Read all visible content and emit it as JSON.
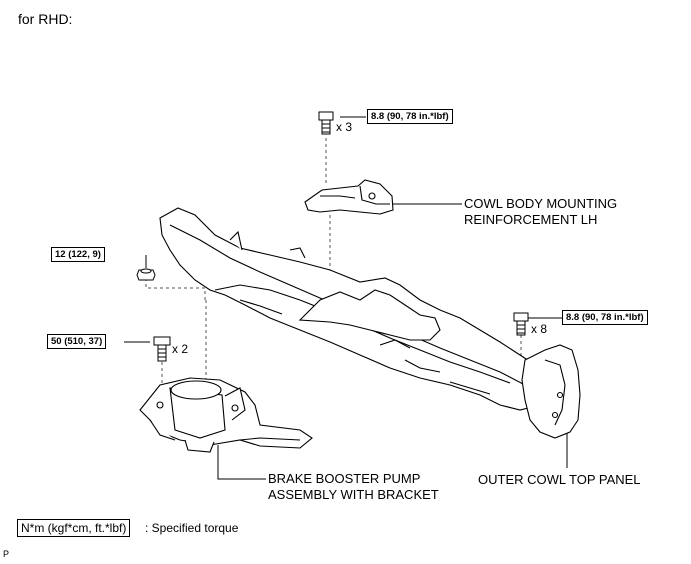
{
  "header": {
    "title": "for RHD:"
  },
  "torques": {
    "cowl_bolts": "8.8 (90, 78 in.*lbf)",
    "nut": "12 (122, 9)",
    "pump_bolts": "50 (510, 37)",
    "outer_bolts": "8.8 (90, 78 in.*lbf)"
  },
  "quantities": {
    "cowl_bolts": "x 3",
    "pump_bolts": "x 2",
    "outer_bolts": "x 8"
  },
  "parts": {
    "cowl_reinf_line1": "COWL BODY MOUNTING",
    "cowl_reinf_line2": "REINFORCEMENT LH",
    "brake_pump_line1": "BRAKE BOOSTER PUMP",
    "brake_pump_line2": "ASSEMBLY WITH BRACKET",
    "outer_cowl": "OUTER COWL TOP PANEL"
  },
  "legend": {
    "unit": "N*m (kgf*cm, ft.*lbf)",
    "desc": ": Specified torque"
  },
  "footer": {
    "code": "P"
  }
}
